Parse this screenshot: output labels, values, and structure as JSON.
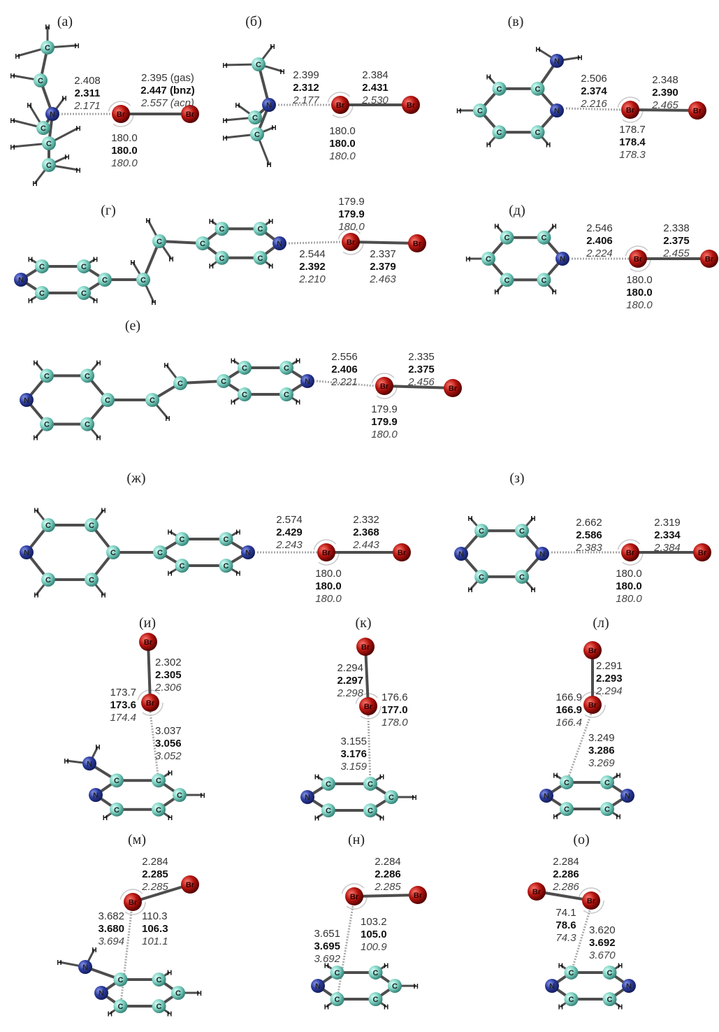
{
  "atoms": {
    "C": "C",
    "N": "N",
    "H": "H",
    "Br": "Br"
  },
  "colors": {
    "carbon": "#7fd3c4",
    "nitrogen": "#2b3b9c",
    "bromine": "#b5140f",
    "bond": "#4d4d4d",
    "contact": "#a9a9a9"
  },
  "panels": [
    {
      "label": "(а)",
      "contact": [
        "2.408",
        "2.311",
        "2.171"
      ],
      "br_br": [
        "2.395 (gas)",
        "2.447 (bnz)",
        "2.557 (acn)"
      ],
      "angle": [
        "180.0",
        "180.0",
        "180.0"
      ]
    },
    {
      "label": "(б)",
      "contact": [
        "2.399",
        "2.312",
        "2.177"
      ],
      "br_br": [
        "2.384",
        "2.431",
        "2.530"
      ],
      "angle": [
        "180.0",
        "180.0",
        "180.0"
      ]
    },
    {
      "label": "(в)",
      "contact": [
        "2.506",
        "2.374",
        "2.216"
      ],
      "br_br": [
        "2.348",
        "2.390",
        "2.465"
      ],
      "angle": [
        "178.7",
        "178.4",
        "178.3"
      ]
    },
    {
      "label": "(г)",
      "contact": [
        "2.544",
        "2.392",
        "2.210"
      ],
      "br_br": [
        "2.337",
        "2.379",
        "2.463"
      ],
      "angle": [
        "179.9",
        "179.9",
        "180.0"
      ]
    },
    {
      "label": "(д)",
      "contact": [
        "2.546",
        "2.406",
        "2.224"
      ],
      "br_br": [
        "2.338",
        "2.375",
        "2.455"
      ],
      "angle": [
        "180.0",
        "180.0",
        "180.0"
      ]
    },
    {
      "label": "(е)",
      "contact": [
        "2.556",
        "2.406",
        "2.221"
      ],
      "br_br": [
        "2.335",
        "2.375",
        "2.456"
      ],
      "angle": [
        "179.9",
        "179.9",
        "180.0"
      ]
    },
    {
      "label": "(ж)",
      "contact": [
        "2.574",
        "2.429",
        "2.243"
      ],
      "br_br": [
        "2.332",
        "2.368",
        "2.443"
      ],
      "angle": [
        "180.0",
        "180.0",
        "180.0"
      ]
    },
    {
      "label": "(з)",
      "contact": [
        "2.662",
        "2.586",
        "2.383"
      ],
      "br_br": [
        "2.319",
        "2.334",
        "2.384"
      ],
      "angle": [
        "180.0",
        "180.0",
        "180.0"
      ]
    },
    {
      "label": "(и)",
      "contact": [
        "3.037",
        "3.056",
        "3.052"
      ],
      "br_br": [
        "2.302",
        "2.305",
        "2.306"
      ],
      "angle": [
        "173.7",
        "173.6",
        "174.4"
      ]
    },
    {
      "label": "(к)",
      "contact": [
        "3.155",
        "3.176",
        "3.159"
      ],
      "br_br": [
        "2.294",
        "2.297",
        "2.298"
      ],
      "angle": [
        "176.6",
        "177.0",
        "178.0"
      ]
    },
    {
      "label": "(л)",
      "contact": [
        "3.249",
        "3.286",
        "3.269"
      ],
      "br_br": [
        "2.291",
        "2.293",
        "2.294"
      ],
      "angle": [
        "166.9",
        "166.9",
        "166.4"
      ]
    },
    {
      "label": "(м)",
      "contact": [
        "3.682",
        "3.680",
        "3.694"
      ],
      "br_br": [
        "2.284",
        "2.285",
        "2.285"
      ],
      "angle": [
        "110.3",
        "106.3",
        "101.1"
      ]
    },
    {
      "label": "(н)",
      "contact": [
        "3.651",
        "3.695",
        "3.692"
      ],
      "br_br": [
        "2.284",
        "2.286",
        "2.285"
      ],
      "angle": [
        "103.2",
        "105.0",
        "100.9"
      ]
    },
    {
      "label": "(о)",
      "contact": [
        "3.620",
        "3.692",
        "3.670"
      ],
      "br_br": [
        "2.284",
        "2.286",
        "2.286"
      ],
      "angle": [
        "74.1",
        "78.6",
        "74.3"
      ]
    }
  ]
}
